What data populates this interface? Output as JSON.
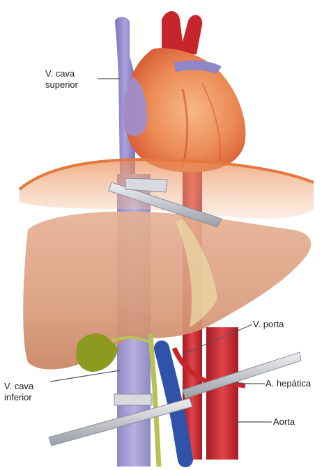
{
  "labels": {
    "vena_cava_superior": {
      "line1": "V. cava",
      "line2": "superior"
    },
    "vena_cava_inferior": {
      "line1": "V. cava",
      "line2": "inferior"
    },
    "vena_porta": "V. porta",
    "arteria_hepatica": "A. hepática",
    "aorta": "Aorta"
  },
  "colors": {
    "vein": "#8f86c8",
    "aorta": "#c8242c",
    "liver": "#d89a7a",
    "heart": "#e0663a",
    "diaphragm": "#e8905e",
    "portal_vein": "#2f53a8",
    "gallbladder": "#8c9a22",
    "clamp": "#c9cbd1",
    "leader_line": "#555555"
  }
}
